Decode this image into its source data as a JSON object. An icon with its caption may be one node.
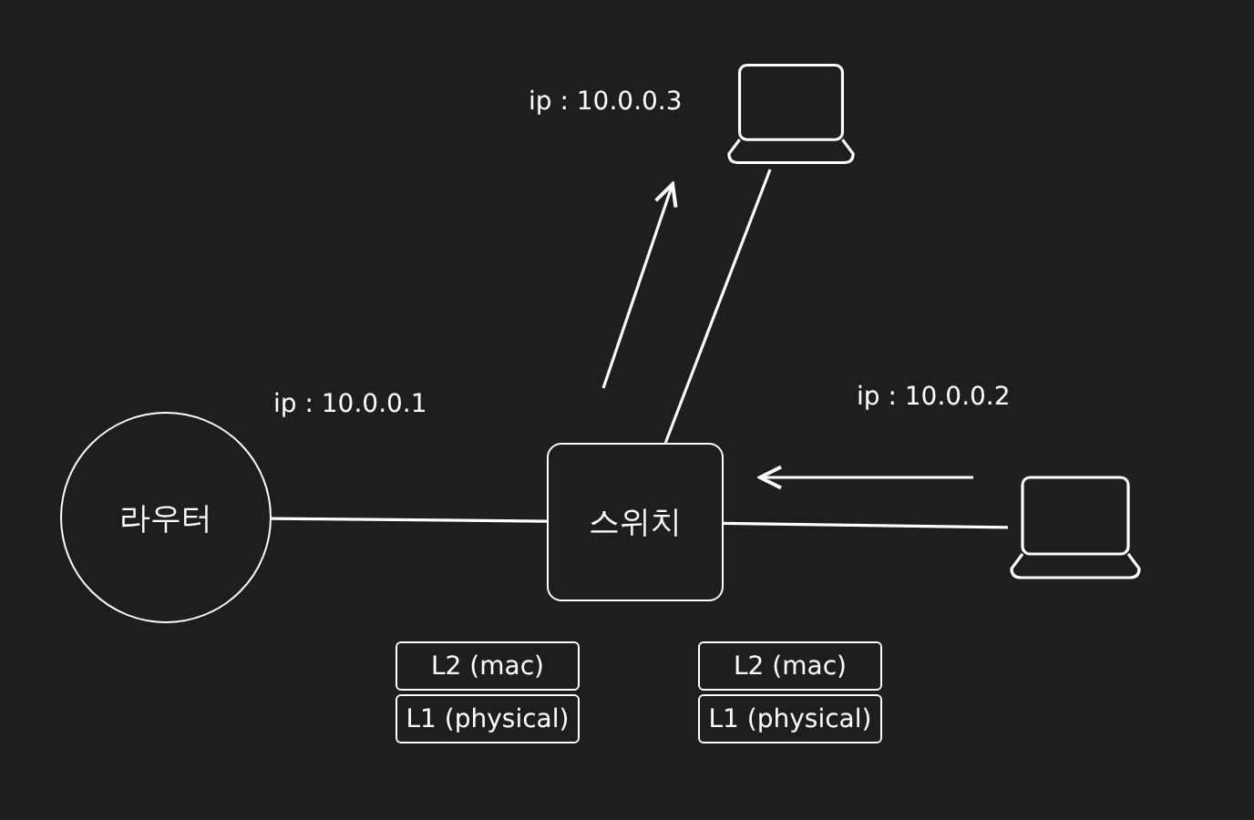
{
  "diagram": {
    "nodes": [
      {
        "text": [],
        "shape": "laptop",
        "beside": [
          "ip : 10.0.0.3"
        ]
      },
      {
        "text": [
          "라우터"
        ]
      },
      {
        "text": [
          "스위치"
        ]
      },
      {
        "text": [],
        "shape": "laptop",
        "beside": [
          "ip : 10.0.0.2"
        ]
      },
      {
        "text": [
          "L2 (mac)"
        ]
      },
      {
        "text": [
          "L1 (physical)"
        ]
      },
      {
        "text": [
          "L2 (mac)"
        ]
      },
      {
        "text": [
          "L1 (physical)"
        ]
      }
    ],
    "edges": [
      {
        "from": 1,
        "to": 2,
        "arrow": "none"
      },
      {
        "from": 2,
        "to": 0,
        "arrow": "none"
      },
      {
        "from": 2,
        "to": 3,
        "arrow": "none"
      }
    ],
    "labels": [
      "ip : 10.0.0.1"
    ]
  }
}
